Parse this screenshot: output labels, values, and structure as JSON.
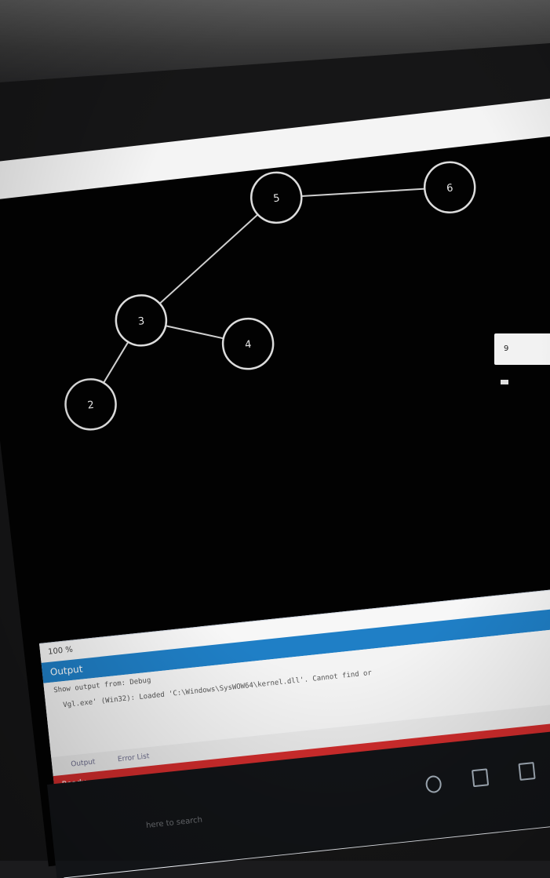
{
  "graph": {
    "nodes": [
      {
        "id": "n5",
        "label": "5"
      },
      {
        "id": "n6",
        "label": "6"
      },
      {
        "id": "n3",
        "label": "3"
      },
      {
        "id": "n4",
        "label": "4"
      },
      {
        "id": "n2",
        "label": "2"
      }
    ],
    "edges": [
      {
        "from": "n5",
        "to": "n6"
      },
      {
        "from": "n5",
        "to": "n3"
      },
      {
        "from": "n3",
        "to": "n4"
      },
      {
        "from": "n3",
        "to": "n2"
      }
    ],
    "node_stroke_color": "#dcdcdc",
    "edge_color": "#cfcfcf"
  },
  "side_popup": {
    "text": "9"
  },
  "output_panel": {
    "zoom": "100 %",
    "title": "Output",
    "show_output_from_label": "Show output from:",
    "show_output_from_value": "Debug",
    "log_line": "Vgl.exe' (Win32): Loaded 'C:\\Windows\\SysWOW64\\kernel.dll'. Cannot find or",
    "tabs": [
      "Output",
      "Error List"
    ],
    "status": "Ready"
  },
  "taskbar": {
    "search_hint": "here to search",
    "icons": [
      "cortana-icon",
      "task-view-icon",
      "store-icon"
    ]
  },
  "colors": {
    "output_header": "#1f7fc6",
    "status_bar": "#cf2c2c"
  }
}
